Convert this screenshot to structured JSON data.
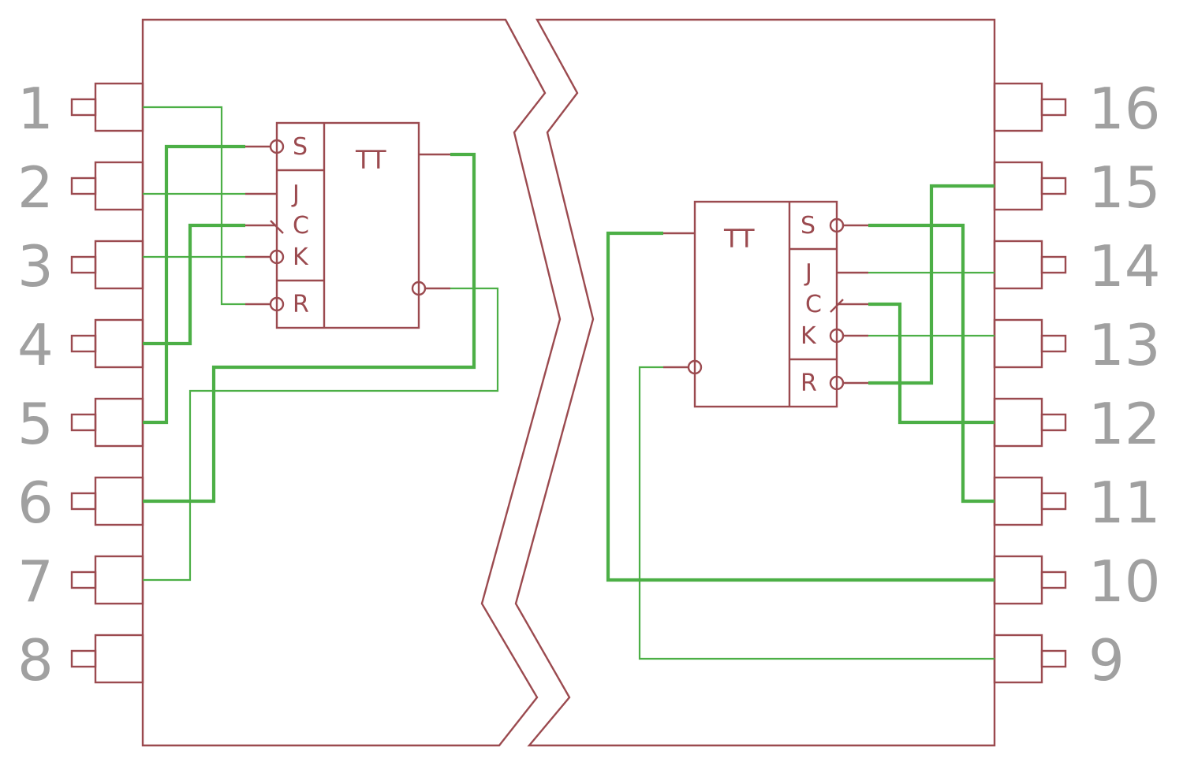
{
  "chip": {
    "pins_left": [
      "1",
      "2",
      "3",
      "4",
      "5",
      "6",
      "7",
      "8"
    ],
    "pins_right": [
      "16",
      "15",
      "14",
      "13",
      "12",
      "11",
      "10",
      "9"
    ]
  },
  "flipflop_left": {
    "title": "TT",
    "inputs": {
      "s": "S",
      "j": "J",
      "c": "C",
      "k": "K",
      "r": "R"
    }
  },
  "flipflop_right": {
    "title": "TT",
    "inputs": {
      "s": "S",
      "j": "J",
      "c": "C",
      "k": "K",
      "r": "R"
    }
  },
  "colors": {
    "outline": "#9b4a4f",
    "wire": "#4caf46",
    "pin_number": "#a0a0a0"
  }
}
